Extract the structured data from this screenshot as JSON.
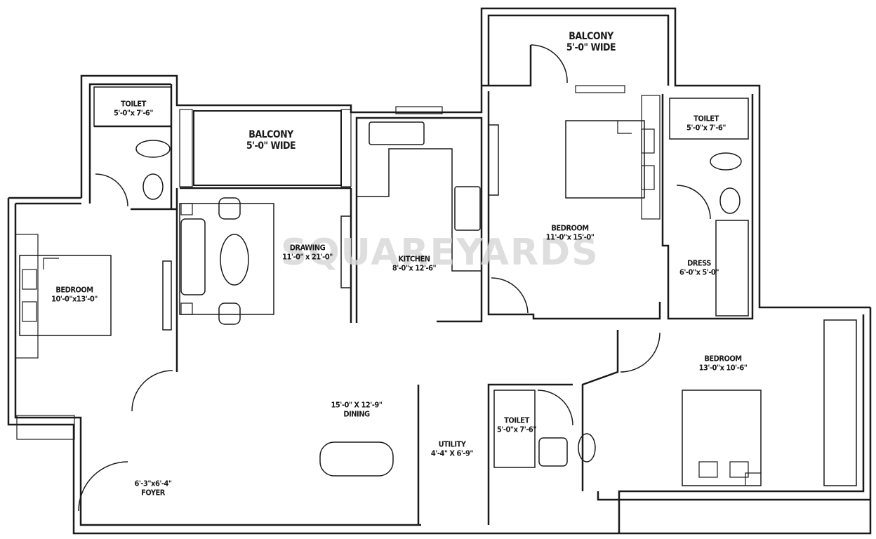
{
  "watermark": "SQUAREYARDS",
  "rooms": {
    "toilet_1": {
      "name": "TOILET",
      "dims": "5'-0\"x 7'-6\""
    },
    "balcony_1": {
      "name": "BALCONY",
      "dims": "5'-0\" WIDE"
    },
    "balcony_2": {
      "name": "BALCONY",
      "dims": "5'-0\" WIDE"
    },
    "toilet_2": {
      "name": "TOILET",
      "dims": "5'-0\"x 7'-6\""
    },
    "bedroom_1": {
      "name": "BEDROOM",
      "dims": "10'-0\"x13'-0\""
    },
    "drawing": {
      "name": "DRAWING",
      "dims": "11'-0\" x 21'-0\""
    },
    "kitchen": {
      "name": "KITCHEN",
      "dims": "8'-0\"x 12'-6\""
    },
    "bedroom_2": {
      "name": "BEDROOM",
      "dims": "11'-0\"x 15'-0\""
    },
    "dress": {
      "name": "DRESS",
      "dims": "6'-0\"x 5'-0\""
    },
    "bedroom_3": {
      "name": "BEDROOM",
      "dims": "13'-0\"x 10'-6\""
    },
    "dining": {
      "name": "DINING",
      "dims": "15'-0\" X 12'-9\""
    },
    "utility": {
      "name": "UTILITY",
      "dims": "4'-4\" X 6'-9\""
    },
    "toilet_3": {
      "name": "TOILET",
      "dims": "5'-0\"x 7'-6\""
    },
    "foyer": {
      "name": "FOYER",
      "dims": "6'-3\"x6'-4\""
    }
  },
  "colors": {
    "wall": "#1a1a1a",
    "background": "#ffffff",
    "watermark": "#d9d9d9"
  }
}
